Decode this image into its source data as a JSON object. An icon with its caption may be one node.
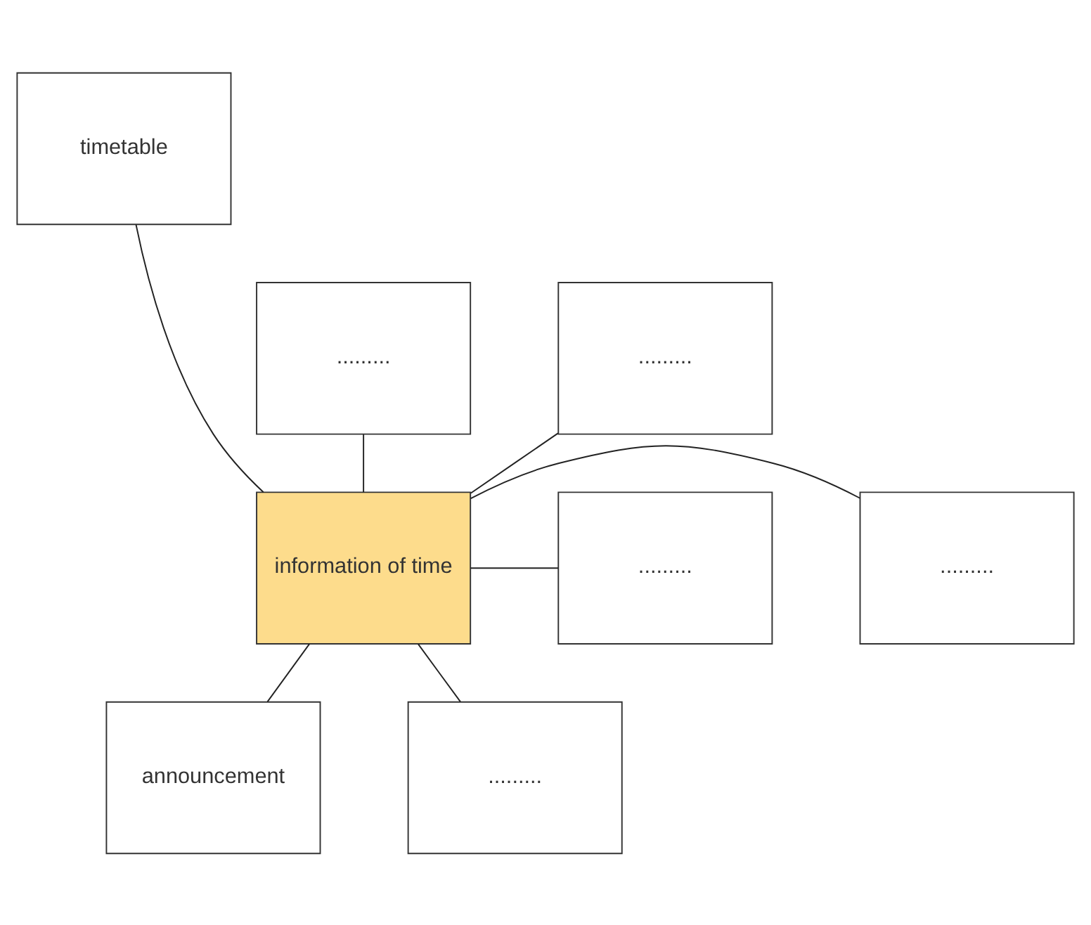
{
  "diagram": {
    "nodes": [
      {
        "text": [
          "timetable"
        ]
      },
      {
        "text": [
          "........."
        ]
      },
      {
        "text": [
          "........."
        ]
      },
      {
        "text": [
          "........."
        ]
      },
      {
        "text": [
          "information of time"
        ]
      },
      {
        "text": [
          "........."
        ]
      },
      {
        "text": [
          "announcement"
        ]
      },
      {
        "text": [
          "........."
        ]
      }
    ],
    "edges": [
      {
        "from": 4,
        "to": 0,
        "arrow": "none"
      },
      {
        "from": 4,
        "to": 1,
        "arrow": "none"
      },
      {
        "from": 4,
        "to": 2,
        "arrow": "none"
      },
      {
        "from": 4,
        "to": 3,
        "arrow": "none"
      },
      {
        "from": 4,
        "to": 5,
        "arrow": "none"
      },
      {
        "from": 4,
        "to": 6,
        "arrow": "none"
      },
      {
        "from": 4,
        "to": 7,
        "arrow": "none"
      }
    ]
  }
}
